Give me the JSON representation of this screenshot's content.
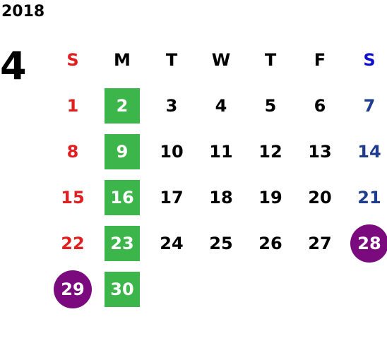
{
  "calendar": {
    "year": "2018",
    "month": "4",
    "weekdays": [
      "S",
      "M",
      "T",
      "W",
      "T",
      "F",
      "S"
    ],
    "weeks": [
      [
        "1",
        "2",
        "3",
        "4",
        "5",
        "6",
        "7"
      ],
      [
        "8",
        "9",
        "10",
        "11",
        "12",
        "13",
        "14"
      ],
      [
        "15",
        "16",
        "17",
        "18",
        "19",
        "20",
        "21"
      ],
      [
        "22",
        "23",
        "24",
        "25",
        "26",
        "27",
        "28"
      ],
      [
        "29",
        "30",
        "",
        "",
        "",
        "",
        ""
      ]
    ]
  },
  "colors": {
    "sunday": "#e02020",
    "saturday": "#1f3d8f",
    "monday_highlight": "#3cb54a",
    "holiday_circle": "#7a0a7e"
  }
}
